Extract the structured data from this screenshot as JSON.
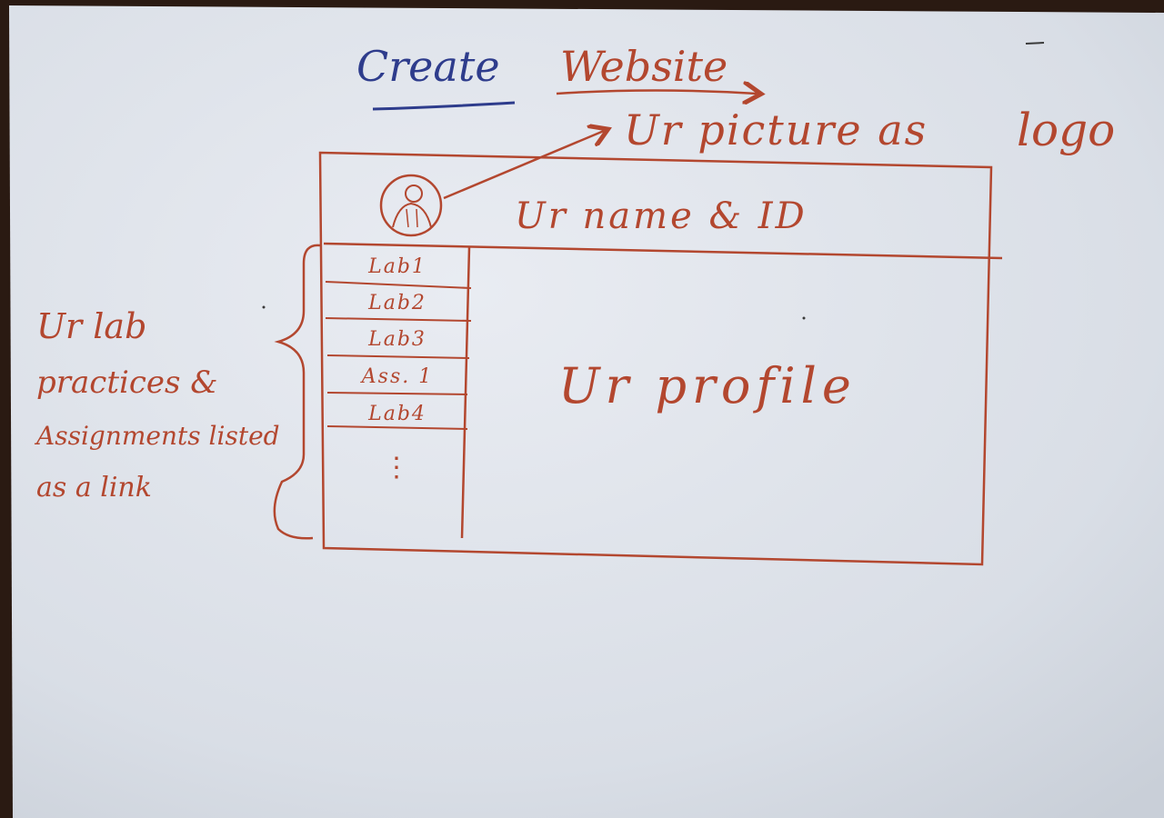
{
  "title": {
    "word1": "Create",
    "word2": "Website"
  },
  "logo_note": {
    "text": "Ur picture as",
    "word": "logo"
  },
  "header": {
    "name_label": "Ur name & ID"
  },
  "sidebar": {
    "items": [
      "Lab1",
      "Lab2",
      "Lab3",
      "Ass. 1",
      "Lab4"
    ],
    "more": "⋮"
  },
  "main": {
    "label": "Ur profile"
  },
  "side_note": {
    "lines": [
      "Ur lab",
      "practices &",
      "Assignments listed",
      "as a link"
    ]
  },
  "colors": {
    "paper": "#dfe3ea",
    "ink_red": "#b3472f",
    "ink_blue": "#2e3c8c"
  },
  "icons": {
    "logo": "person-avatar-icon"
  }
}
